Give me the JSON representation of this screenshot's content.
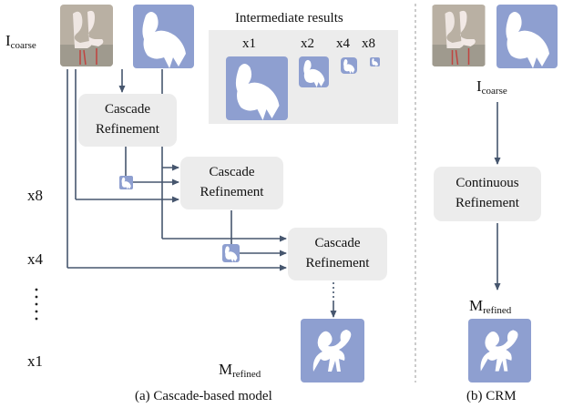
{
  "colors": {
    "arrow": "#46566e",
    "box": "#ececec",
    "mask": "#8e9fd0",
    "divider": "#999999"
  },
  "panel_a": {
    "caption": "(a) Cascade-based model",
    "input_label": {
      "base": "I",
      "sub": "coarse"
    },
    "intermediate_title": "Intermediate results",
    "scales": [
      "x1",
      "x2",
      "x4",
      "x8"
    ],
    "refine_line1": "Cascade",
    "refine_line2": "Refinement",
    "row_labels": [
      "x8",
      "x4",
      "x1"
    ],
    "output_label": {
      "base": "M",
      "sub": "refined"
    }
  },
  "panel_b": {
    "caption": "(b) CRM",
    "input_label": {
      "base": "I",
      "sub": "coarse"
    },
    "refine_line1": "Continuous",
    "refine_line2": "Refinement",
    "output_label": {
      "base": "M",
      "sub": "refined"
    }
  }
}
